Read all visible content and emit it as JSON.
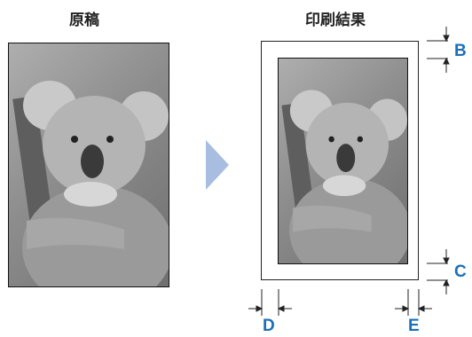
{
  "headings": {
    "original": "原稿",
    "print_result": "印刷結果"
  },
  "margin_labels": {
    "top": "B",
    "bottom": "C",
    "left": "D",
    "right": "E"
  },
  "colors": {
    "label_blue": "#1a6fb6",
    "arrow_blue": "#a9bde0",
    "frame": "#222222"
  },
  "icons": {
    "transition": "right-arrow-icon",
    "dimension": "dimension-arrow-icon"
  }
}
